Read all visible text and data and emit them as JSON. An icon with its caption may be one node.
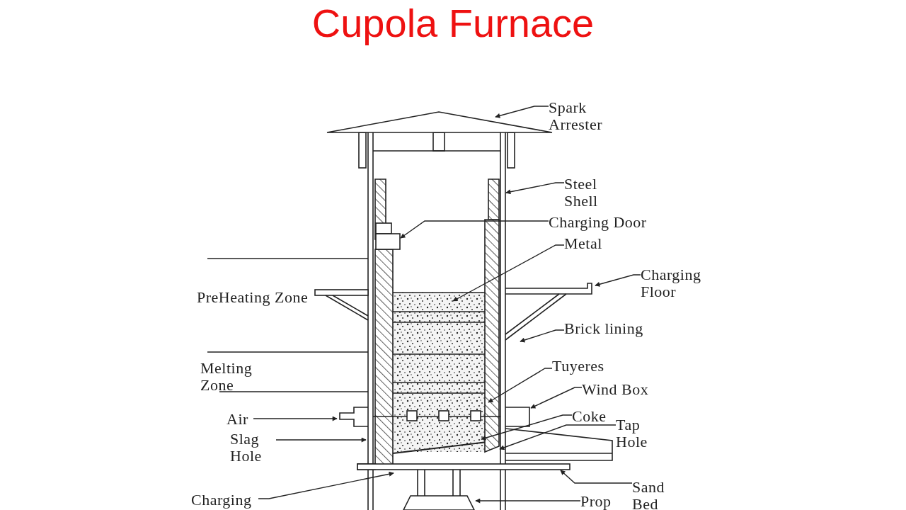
{
  "diagram": {
    "title": "Cupola Furnace",
    "nodes": [
      {
        "text": [
          "Spark Arrester"
        ]
      },
      {
        "text": [
          "Steel Shell"
        ]
      },
      {
        "text": [
          "Charging Door"
        ]
      },
      {
        "text": [
          "Metal"
        ]
      },
      {
        "text": [
          "Charging Floor"
        ]
      },
      {
        "text": [
          "Brick lining"
        ]
      },
      {
        "text": [
          "Tuyeres"
        ]
      },
      {
        "text": [
          "Wind Box"
        ]
      },
      {
        "text": [
          "Coke"
        ]
      },
      {
        "text": [
          "Tap Hole"
        ]
      },
      {
        "text": [
          "Air"
        ]
      },
      {
        "text": [
          "Slag Hole"
        ]
      },
      {
        "text": [
          "Charging"
        ]
      },
      {
        "text": [
          "Prop"
        ]
      },
      {
        "text": [
          "Sand Bed"
        ]
      }
    ],
    "edges": [
      {
        "from": 0,
        "to": null,
        "arrow": "to"
      },
      {
        "from": 1,
        "to": null,
        "arrow": "to"
      },
      {
        "from": 2,
        "to": null,
        "arrow": "to"
      },
      {
        "from": 3,
        "to": null,
        "arrow": "to"
      },
      {
        "from": 4,
        "to": null,
        "arrow": "to"
      },
      {
        "from": 5,
        "to": null,
        "arrow": "to"
      },
      {
        "from": 6,
        "to": null,
        "arrow": "to"
      },
      {
        "from": 7,
        "to": null,
        "arrow": "to"
      },
      {
        "from": 8,
        "to": null,
        "arrow": "to"
      },
      {
        "from": 9,
        "to": null,
        "arrow": "to"
      },
      {
        "from": 10,
        "to": null,
        "arrow": "to"
      },
      {
        "from": 11,
        "to": null,
        "arrow": "to"
      },
      {
        "from": 12,
        "to": null,
        "arrow": "to"
      },
      {
        "from": 13,
        "to": null,
        "arrow": "to"
      },
      {
        "from": 14,
        "to": null,
        "arrow": "to"
      }
    ],
    "labels": [
      "PreHeating Zone",
      "Melting Zone"
    ]
  }
}
